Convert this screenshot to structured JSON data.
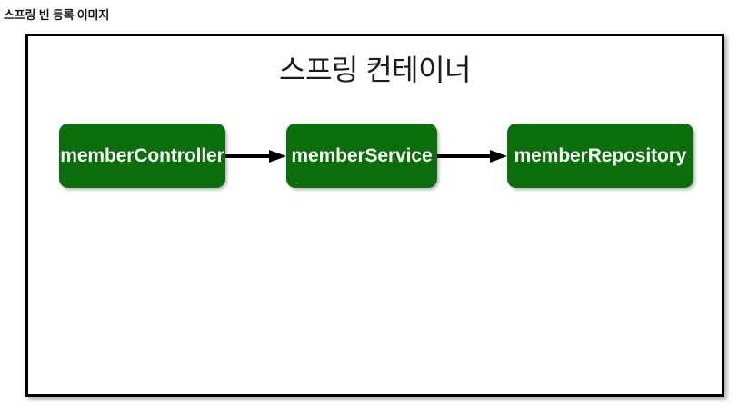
{
  "caption": {
    "text": "스프링 빈 등록 이미지"
  },
  "diagram": {
    "title": "스프링 컨테이너",
    "colors": {
      "bean_fill": "#0a6e0a",
      "bean_text": "#ffffff",
      "frame_border": "#000000",
      "arrow": "#000000",
      "background": "#ffffff"
    },
    "beans": [
      {
        "label": "memberController"
      },
      {
        "label": "memberService"
      },
      {
        "label": "memberRepository"
      }
    ],
    "arrows": [
      {
        "from": "memberController",
        "to": "memberService"
      },
      {
        "from": "memberService",
        "to": "memberRepository"
      }
    ]
  }
}
